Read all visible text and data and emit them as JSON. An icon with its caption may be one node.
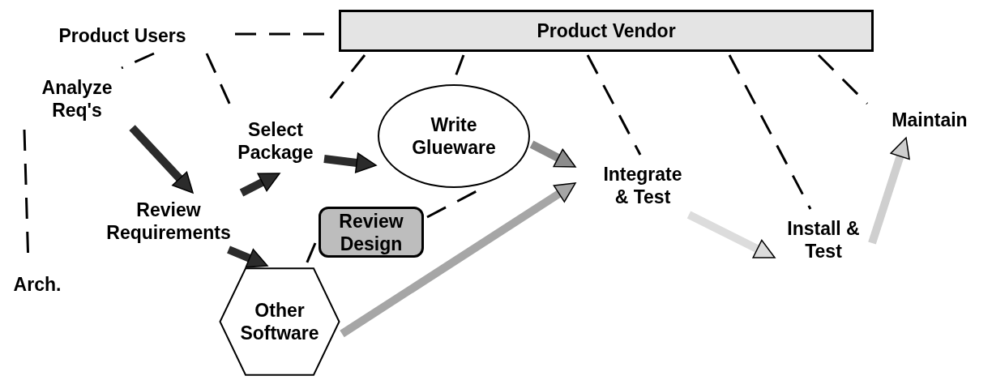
{
  "diagram": {
    "nodes": [
      {
        "text": [
          "Product Users"
        ]
      },
      {
        "text": [
          "Product Vendor"
        ]
      },
      {
        "text": [
          "Analyze Req's"
        ]
      },
      {
        "text": [
          "Select Package"
        ]
      },
      {
        "text": [
          "Write Glueware"
        ]
      },
      {
        "text": [
          "Review Requirements"
        ]
      },
      {
        "text": [
          "Review Design"
        ]
      },
      {
        "text": [
          "Other Software"
        ]
      },
      {
        "text": [
          "Integrate & Test"
        ]
      },
      {
        "text": [
          "Install & Test"
        ]
      },
      {
        "text": [
          "Maintain"
        ]
      },
      {
        "text": [
          "Arch."
        ]
      }
    ],
    "edges": [
      {
        "from": 0,
        "to": 1,
        "arrow": "none",
        "style": "dashed"
      },
      {
        "from": 0,
        "to": 2,
        "arrow": "none",
        "style": "dashed"
      },
      {
        "from": 0,
        "to": 3,
        "arrow": "none",
        "style": "dashed"
      },
      {
        "from": 1,
        "to": 3,
        "arrow": "none",
        "style": "dashed"
      },
      {
        "from": 1,
        "to": 4,
        "arrow": "none",
        "style": "dashed"
      },
      {
        "from": 1,
        "to": 8,
        "arrow": "none",
        "style": "dashed"
      },
      {
        "from": 1,
        "to": 9,
        "arrow": "none",
        "style": "dashed"
      },
      {
        "from": 1,
        "to": 10,
        "arrow": "none",
        "style": "dashed"
      },
      {
        "from": 2,
        "to": 5,
        "arrow": "to",
        "style": "thick",
        "color": "#2b2b2b"
      },
      {
        "from": 5,
        "to": 3,
        "arrow": "to",
        "style": "thick",
        "color": "#2b2b2b"
      },
      {
        "from": 3,
        "to": 4,
        "arrow": "to",
        "style": "thick",
        "color": "#2b2b2b"
      },
      {
        "from": 4,
        "to": 8,
        "arrow": "to",
        "style": "thick",
        "color": "#8c8c8c"
      },
      {
        "from": 5,
        "to": 7,
        "arrow": "to",
        "style": "thick",
        "color": "#2b2b2b"
      },
      {
        "from": 7,
        "to": 8,
        "arrow": "to",
        "style": "thick",
        "color": "#a6a6a6"
      },
      {
        "from": 8,
        "to": 9,
        "arrow": "to",
        "style": "thick",
        "color": "#dcdcdc"
      },
      {
        "from": 9,
        "to": 10,
        "arrow": "to",
        "style": "thick",
        "color": "#cfcfcf"
      },
      {
        "from": 6,
        "to": 4,
        "arrow": "none",
        "style": "dashed"
      },
      {
        "from": 6,
        "to": 7,
        "arrow": "none",
        "style": "dashed"
      },
      {
        "from": 2,
        "to": 11,
        "arrow": "none",
        "style": "dashed"
      }
    ]
  }
}
